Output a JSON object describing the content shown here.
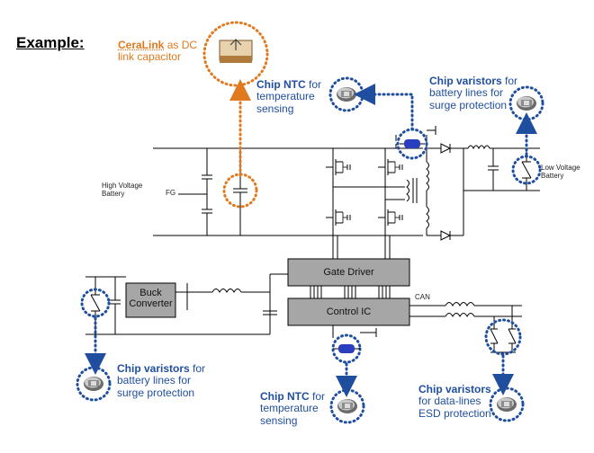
{
  "heading": "Example:",
  "ceralink": {
    "bold": "CeraLink",
    "rest_line1": " as DC",
    "line2": "link capacitor"
  },
  "ntc_top": {
    "bold": "Chip NTC",
    "rest_line1": " for",
    "line2": "temperature",
    "line3": "sensing"
  },
  "varistor_top": {
    "bold": "Chip varistors",
    "rest_line1": " for",
    "line2": "battery lines for",
    "line3": "surge protection"
  },
  "high_voltage": {
    "line1": "High Voltage",
    "line2": "Battery"
  },
  "fg_label": "FG",
  "low_voltage": {
    "line1": "Low Voltage",
    "line2": "Battery"
  },
  "buck_converter": {
    "line1": "Buck",
    "line2": "Converter"
  },
  "gate_driver": "Gate Driver",
  "control_ic": "Control IC",
  "can_label": "CAN",
  "varistor_left": {
    "bold": "Chip varistors",
    "rest_line1": " for",
    "line2": "battery lines for",
    "line3": "surge protection"
  },
  "ntc_bottom": {
    "bold": "Chip NTC",
    "rest_line1": " for",
    "line2": "temperature",
    "line3": "sensing"
  },
  "varistor_right": {
    "bold": "Chip varistors",
    "rest_line1": "",
    "line2": "for data-lines",
    "line3": "ESD protection"
  },
  "colors": {
    "blue": "#1f4e9e",
    "orange": "#e07a1f",
    "block_gray": "#a6a6a6",
    "ntc_blue": "#2a3fbf"
  },
  "icons": [
    "ceralink-capacitor-icon",
    "varistor-chip-icon",
    "ntc-thermistor-icon",
    "mosfet-symbol",
    "inductor-symbol",
    "diode-symbol",
    "capacitor-symbol"
  ]
}
